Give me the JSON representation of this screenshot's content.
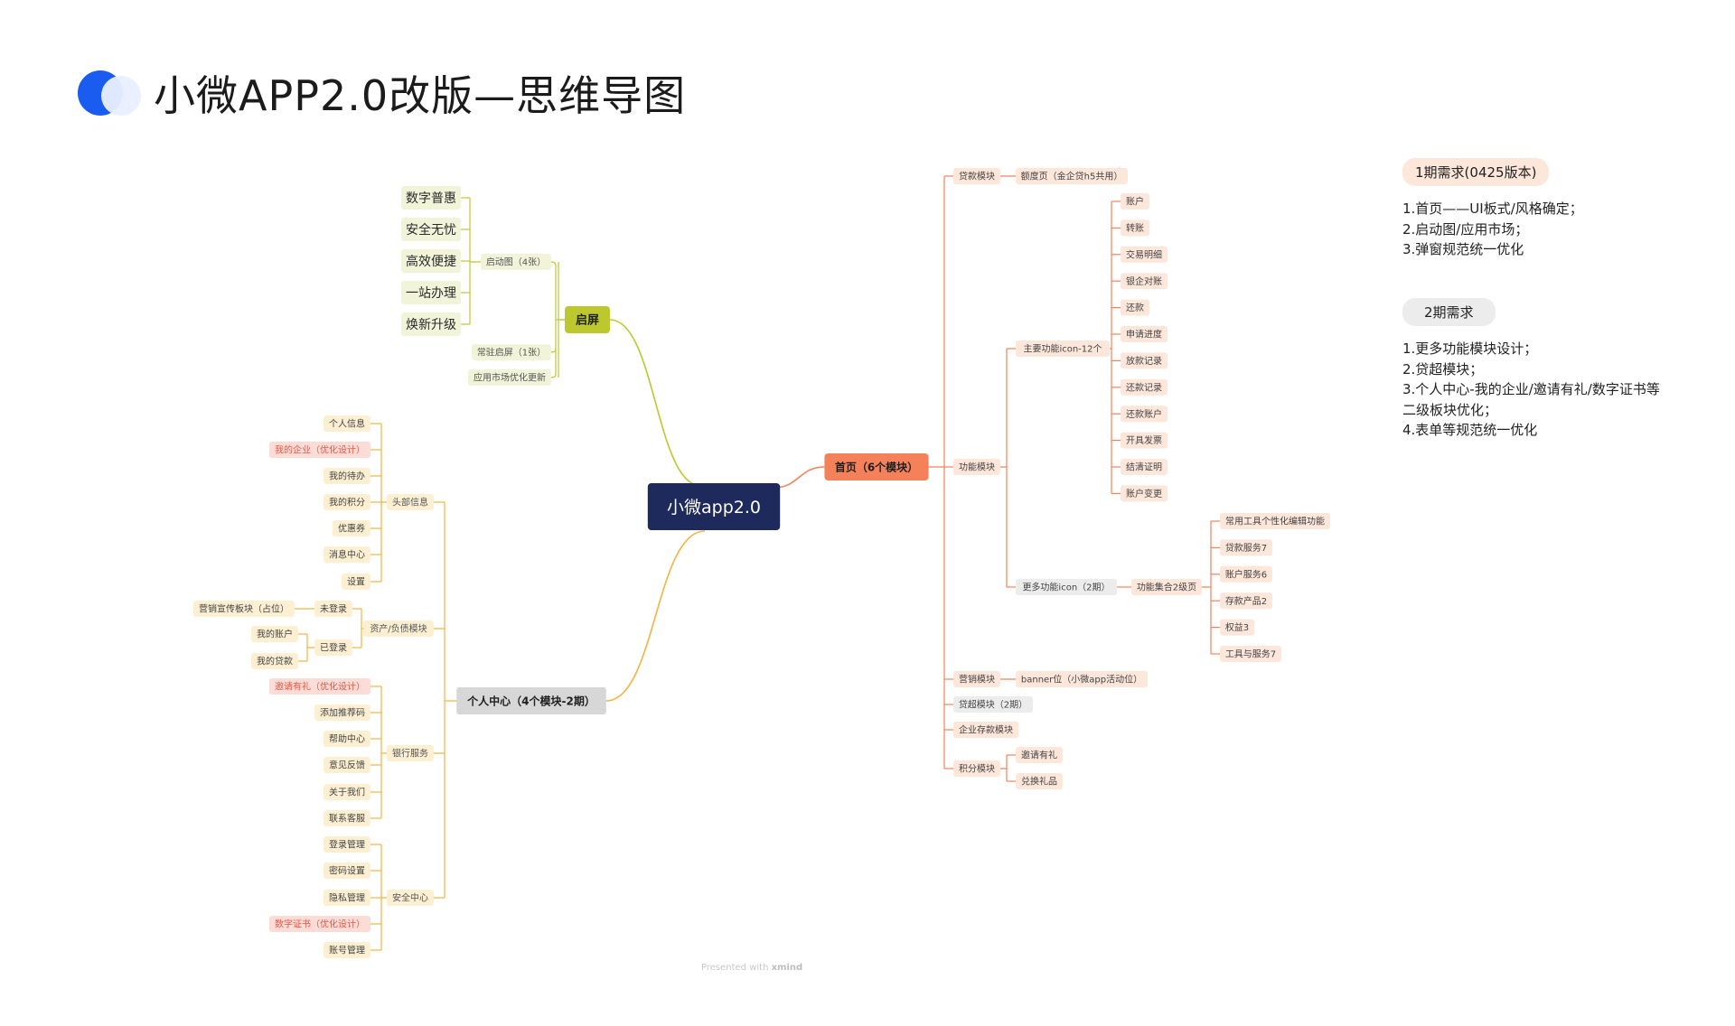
{
  "header": {
    "title": "小微APP2.0改版—思维导图"
  },
  "colors": {
    "root": "#1f2a5c",
    "startup": "#bdc82e",
    "startup_light": "#f1f4d8",
    "home": "#f4815a",
    "home_light": "#fde6da",
    "personal": "#f2b441",
    "personal_light": "#fdf0d2",
    "personal_gray": "#d7d7d7",
    "highlight_pink": "#fbdcd6",
    "highlight_text": "#e35a4a",
    "neutral_chip": "#ececec"
  },
  "mindmap": {
    "root": "小微app2.0",
    "startup": {
      "label": "启屏",
      "groups": [
        {
          "label": "启动图（4张）",
          "children": [
            "数字普惠",
            "安全无忧",
            "高效便捷",
            "一站办理",
            "焕新升级"
          ]
        },
        {
          "label": "常驻启屏（1张）",
          "children": []
        },
        {
          "label": "应用市场优化更新",
          "children": []
        }
      ]
    },
    "personal": {
      "label": "个人中心（4个模块-2期）",
      "groups": [
        {
          "label": "头部信息",
          "children": [
            "个人信息",
            "我的企业（优化设计）",
            "我的待办",
            "我的积分",
            "优惠券",
            "消息中心",
            "设置"
          ]
        },
        {
          "label": "资产/负债模块",
          "children": [
            {
              "label": "未登录",
              "children": [
                "营销宣传板块（占位）"
              ]
            },
            {
              "label": "已登录",
              "children": [
                "我的账户",
                "我的贷款"
              ]
            }
          ]
        },
        {
          "label": "银行服务",
          "children": [
            "邀请有礼（优化设计）",
            "添加推荐码",
            "帮助中心",
            "意见反馈",
            "关于我们",
            "联系客服"
          ]
        },
        {
          "label": "安全中心",
          "children": [
            "登录管理",
            "密码设置",
            "隐私管理",
            "数字证书（优化设计）",
            "账号管理"
          ]
        }
      ]
    },
    "home": {
      "label": "首页（6个模块）",
      "groups": [
        {
          "label": "贷款模块",
          "children": [
            "额度页（金企贷h5共用）"
          ]
        },
        {
          "label": "功能模块",
          "children": [
            {
              "label": "主要功能icon-12个",
              "children": [
                "账户",
                "转账",
                "交易明细",
                "银企对账",
                "还款",
                "申请进度",
                "放款记录",
                "还款记录",
                "还款账户",
                "开具发票",
                "结清证明",
                "账户变更"
              ]
            },
            {
              "label": "更多功能icon（2期）",
              "children": [
                {
                  "label": "功能集合2级页",
                  "children": [
                    "常用工具个性化编辑功能",
                    "贷款服务7",
                    "账户服务6",
                    "存款产品2",
                    "权益3",
                    "工具与服务7"
                  ]
                }
              ]
            }
          ]
        },
        {
          "label": "营销模块",
          "children": [
            "banner位（小微app活动位）"
          ]
        },
        {
          "label": "贷超模块（2期）",
          "children": []
        },
        {
          "label": "企业存款模块",
          "children": []
        },
        {
          "label": "积分模块",
          "children": [
            "邀请有礼",
            "兑换礼品"
          ]
        }
      ]
    }
  },
  "requirements": [
    {
      "tag": "1期需求(0425版本)",
      "lines": [
        "1.首页——UI板式/风格确定；",
        "2.启动图/应用市场；",
        "3.弹窗规范统一优化"
      ]
    },
    {
      "tag": "2期需求",
      "lines": [
        "1.更多功能模块设计；",
        "2.贷超模块；",
        "3.个人中心-我的企业/邀请有礼/数字证书等",
        "二级板块优化；",
        "4.表单等规范统一优化"
      ]
    }
  ],
  "watermark": {
    "prefix": "Presented with",
    "brand": "xmind"
  }
}
